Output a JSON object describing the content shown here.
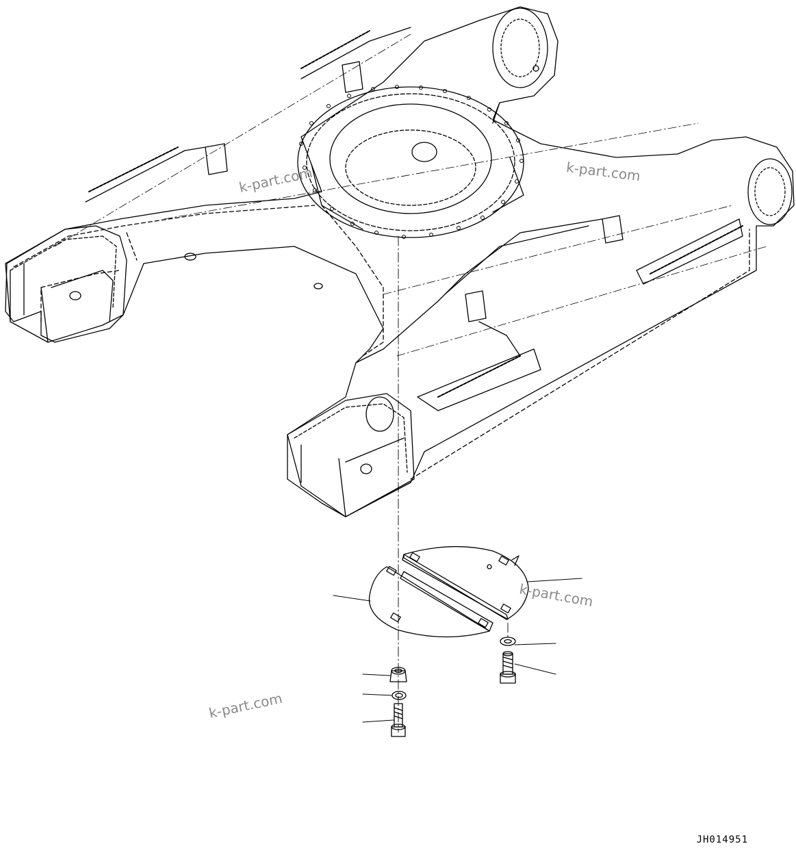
{
  "drawing": {
    "id_label": "JH014951",
    "subject": "undercarriage track frame with swing circle cover plate assembly"
  },
  "watermarks": [
    "k-part.com",
    "k-part.com",
    "k-part.com",
    "k-part.com"
  ],
  "colors": {
    "line": "#000000",
    "watermark": "#8a8a8a",
    "background": "#ffffff"
  }
}
